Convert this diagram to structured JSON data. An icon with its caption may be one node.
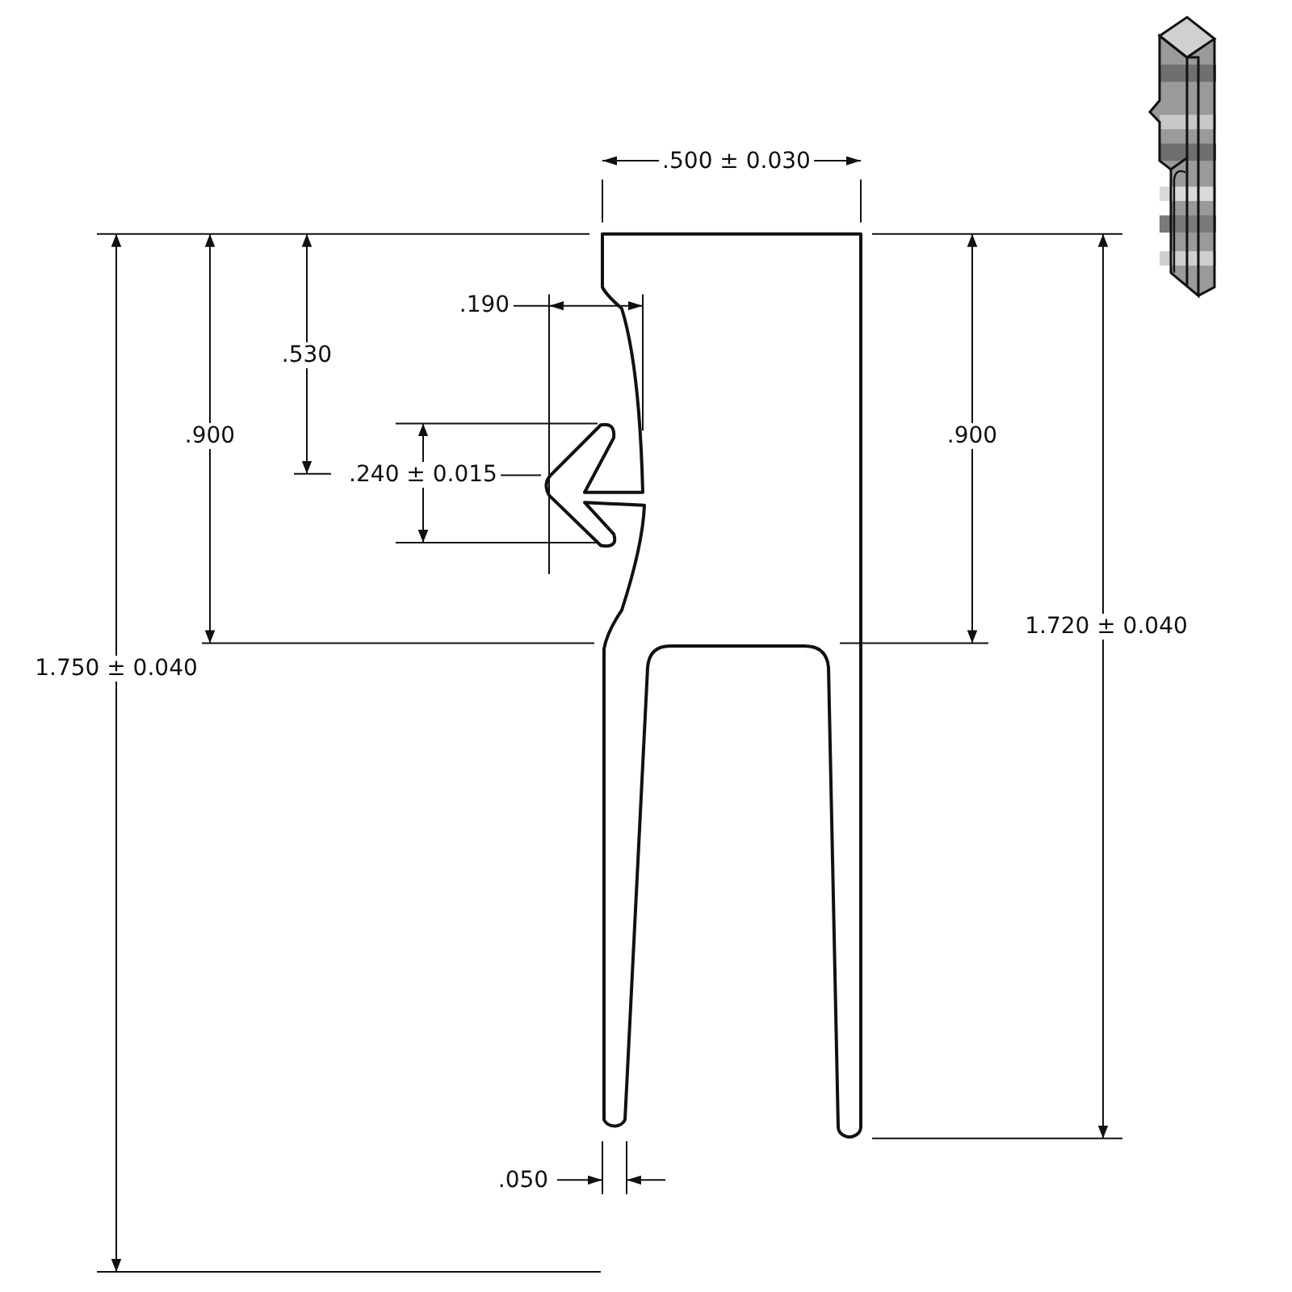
{
  "diagram": {
    "labels": [
      ".500 ± 0.030",
      ".190",
      ".530",
      ".900",
      ".900",
      ".240 ± 0.015",
      "1.720 ± 0.040",
      "1.750 ± 0.040",
      ".050"
    ]
  }
}
